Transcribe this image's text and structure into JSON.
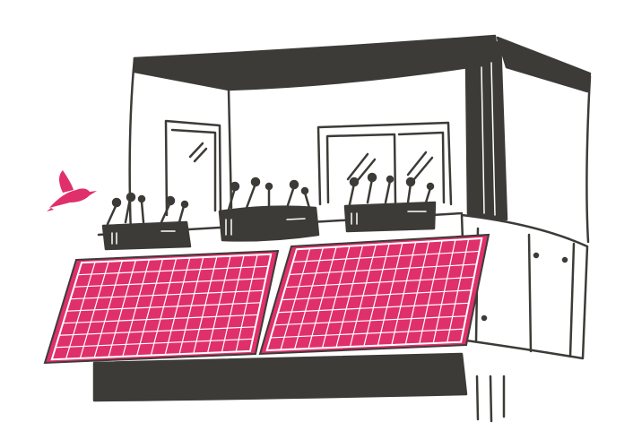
{
  "colors": {
    "ink": "#3d3b37",
    "panel": "#e0306c",
    "panel_grid": "#ffffff",
    "background": "#ffffff"
  },
  "illustration": {
    "panels": [
      {
        "columns": 14,
        "rows": 8
      },
      {
        "columns": 14,
        "rows": 8
      }
    ],
    "icons": [
      "balcony-illustration",
      "solar-panel-icon",
      "hummingbird-icon",
      "planter-icon"
    ]
  }
}
